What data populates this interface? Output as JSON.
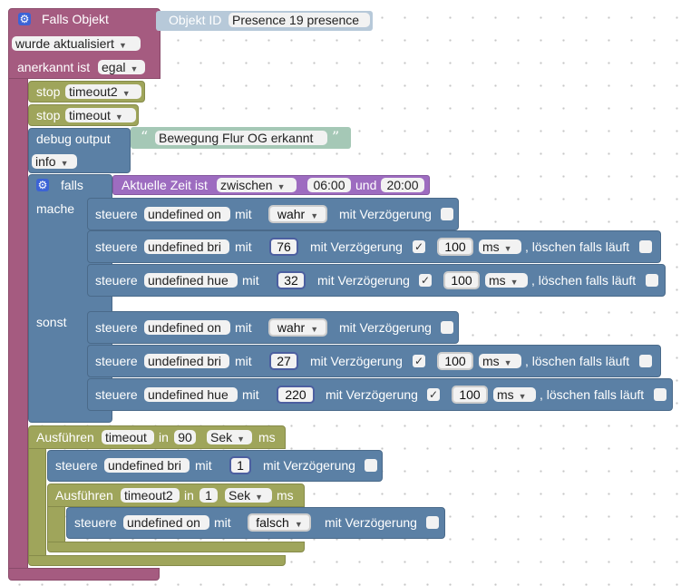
{
  "trigger": {
    "title": "Falls Objekt",
    "object_label": "Objekt ID",
    "object_value": "Presence 19 presence",
    "updated_option": "wurde aktualisiert",
    "ack_label": "anerkannt ist",
    "ack_option": "egal"
  },
  "stops": [
    {
      "label": "stop",
      "timer": "timeout2"
    },
    {
      "label": "stop",
      "timer": "timeout"
    }
  ],
  "debug": {
    "label": "debug output",
    "quote_open": "“",
    "message": "Bewegung Flur OG erkannt",
    "quote_close": "”",
    "level": "info"
  },
  "if_block": {
    "label": "falls",
    "time_label": "Aktuelle Zeit ist",
    "time_mode": "zwischen",
    "time_from": "06:00",
    "time_and": "und",
    "time_to": "20:00",
    "then_label": "mache",
    "else_label": "sonst"
  },
  "common": {
    "control": "steuere",
    "with": "mit",
    "delay_label": "mit Verzögerung",
    "clear_label": ", löschen falls läuft",
    "checkmark": "✓",
    "unit_ms": "ms",
    "unit_sek": "Sek"
  },
  "then_actions": [
    {
      "object": "undefined on",
      "value": "wahr",
      "delay": false
    },
    {
      "object": "undefined bri",
      "value": "76",
      "delay": true,
      "delay_value": "100",
      "delay_unit": "ms",
      "clear": false
    },
    {
      "object": "undefined hue",
      "value": "32",
      "delay": true,
      "delay_value": "100",
      "delay_unit": "ms",
      "clear": false
    }
  ],
  "else_actions": [
    {
      "object": "undefined on",
      "value": "wahr",
      "delay": false
    },
    {
      "object": "undefined bri",
      "value": "27",
      "delay": true,
      "delay_value": "100",
      "delay_unit": "ms",
      "clear": false
    },
    {
      "object": "undefined hue",
      "value": "220",
      "delay": true,
      "delay_value": "100",
      "delay_unit": "ms",
      "clear": false
    }
  ],
  "timeout1": {
    "label": "Ausführen",
    "name": "timeout",
    "in": "in",
    "value": "90",
    "unit": "Sek",
    "suffix": "ms",
    "action": {
      "object": "undefined bri",
      "value": "1",
      "delay": false
    }
  },
  "timeout2": {
    "label": "Ausführen",
    "name": "timeout2",
    "in": "in",
    "value": "1",
    "unit": "Sek",
    "suffix": "ms",
    "action": {
      "object": "undefined on",
      "value": "falsch",
      "delay": false
    }
  },
  "colors": {
    "event": "#a55b80",
    "timer": "#9fa55b",
    "system": "#5b80a5",
    "text": "#a5c8b6",
    "time": "#9d6cc0"
  }
}
